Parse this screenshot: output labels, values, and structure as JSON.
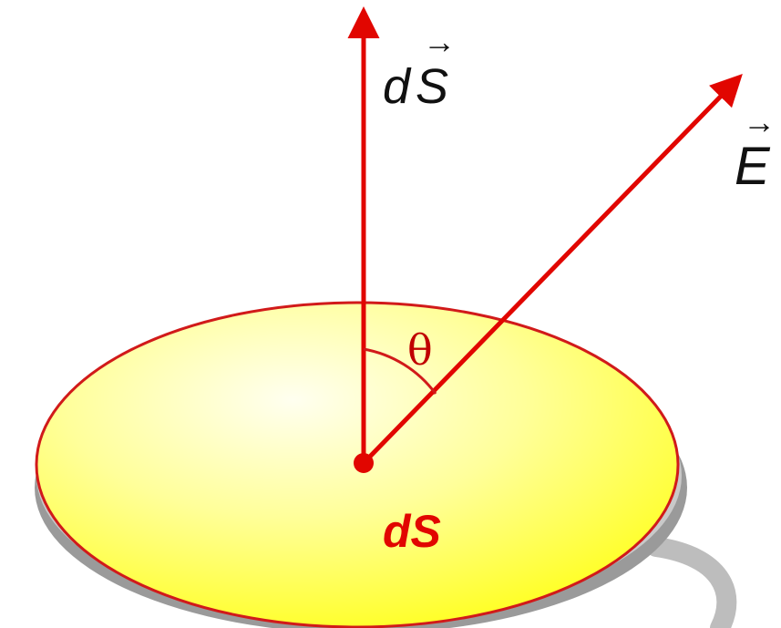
{
  "diagram": {
    "normal_vector_label": {
      "prefix": "d",
      "symbol": "S",
      "arrow": "→"
    },
    "field_vector_label": {
      "symbol": "E",
      "arrow": "→"
    },
    "angle_label": "θ",
    "area_label": "dS"
  },
  "colors": {
    "vector_red": "#e10600",
    "disk_fill_center": "#ffffd8",
    "disk_fill_edge": "#ffff1a",
    "disk_outline": "#d11a1a",
    "disk_shadow": "#8e8e8e",
    "loop_gray": "#b8b8b8"
  }
}
